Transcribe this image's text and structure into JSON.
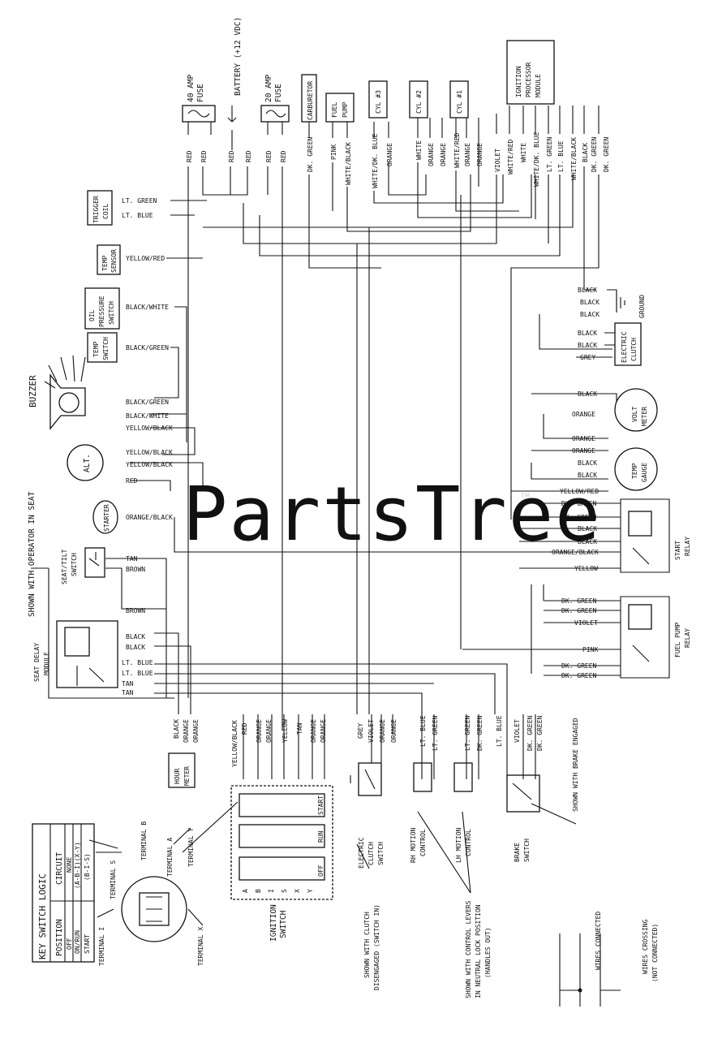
{
  "watermark": "PartsTree",
  "watermark_tm": "TM",
  "components": {
    "fuse40_a": "40 AMP",
    "fuse40_b": "FUSE",
    "battery": "BATTERY (+12 VDC)",
    "fuse20_a": "20 AMP",
    "fuse20_b": "FUSE",
    "carburetor": "CARBURETOR",
    "fuel_pump_a": "FUEL",
    "fuel_pump_b": "PUMP",
    "cyl3": "CYL #3",
    "cyl2": "CYL #2",
    "cyl1": "CYL #1",
    "icm_a": "IGNITION",
    "icm_b": "PROCESSOR",
    "icm_c": "MODULE",
    "trigger_a": "TRIGGER",
    "trigger_b": "COIL",
    "temp_sensor_a": "TEMP",
    "temp_sensor_b": "SENSOR",
    "oil_a": "OIL",
    "oil_b": "PRESSURE",
    "oil_c": "SWITCH",
    "temp_switch_a": "TEMP",
    "temp_switch_b": "SWITCH",
    "buzzer": "BUZZER",
    "alt": "ALT.",
    "starter": "STARTER",
    "operator_note": "SHOWN WITH OPERATOR IN SEAT",
    "seat_tilt_a": "SEAT/TILT",
    "seat_tilt_b": "SWITCH",
    "seat_delay_a": "SEAT DELAY",
    "seat_delay_b": "MODULE",
    "hour_a": "HOUR",
    "hour_b": "METER",
    "ground": "GROUND",
    "elec_clutch_a": "ELECTRIC",
    "elec_clutch_b": "CLUTCH",
    "volt_a": "VOLT",
    "volt_b": "METER",
    "temp_gauge_a": "TEMP",
    "temp_gauge_b": "GAUGE",
    "start_relay_a": "START",
    "start_relay_b": "RELAY",
    "fuel_relay_a": "FUEL PUMP",
    "fuel_relay_b": "RELAY",
    "ignition_a": "IGNITION",
    "ignition_b": "SWITCH",
    "clutch_sw_a": "ELECTRIC",
    "clutch_sw_b": "CLUTCH",
    "clutch_sw_c": "SWITCH",
    "rh_a": "RH MOTION",
    "rh_b": "CONTROL",
    "lh_a": "LH MOTION",
    "lh_b": "CONTROL",
    "brake_a": "BRAKE",
    "brake_b": "SWITCH",
    "brake_note": "SHOWN WITH BRAKE ENGAGED",
    "clutch_note_a": "SHOWN WITH CLUTCH",
    "clutch_note_b": "DISENGAGED (SWITCH IN)",
    "levers_note_a": "SHOWN WITH CONTROL LEVERS",
    "levers_note_b": "IN NEUTRAL LOCK POSITION",
    "levers_note_c": "(HANDLES OUT)",
    "legend_connected": "WIRES CONNECTED",
    "legend_crossing_a": "WIRES CROSSING",
    "legend_crossing_b": "(NOT CONNECTED)",
    "ign_positions": [
      "START",
      "RUN",
      "OFF"
    ],
    "ign_terminals": [
      "A",
      "B",
      "I",
      "S",
      "X",
      "Y"
    ],
    "terminal_labels": {
      "s": "TERMINAL S",
      "b": "TERMINAL B",
      "a": "TERMINAL A",
      "y": "TERMINAL Y",
      "i": "TERMINAL I",
      "x": "TERMINAL X"
    }
  },
  "key_switch_logic": {
    "title": "KEY SWITCH LOGIC",
    "headers": [
      "POSITION",
      "CIRCUIT"
    ],
    "rows": [
      [
        "OFF",
        "NONE"
      ],
      [
        "ON/RUN",
        "(A-B-I)(X-Y)"
      ],
      [
        "START",
        "(B-I-S)"
      ]
    ]
  },
  "wires": {
    "red1": "RED",
    "red2": "RED",
    "red3": "RED",
    "red4": "RED",
    "red5": "RED",
    "red6": "RED",
    "dkgreen_carb": "DK. GREEN",
    "pink_fp": "PINK",
    "whblk_fp": "WHITE/BLACK",
    "whdkblue_c3": "WHITE/DK. BLUE",
    "orange_c3": "ORANGE",
    "white_c2": "WHITE",
    "orange_c2a": "ORANGE",
    "orange_c2b": "ORANGE",
    "whred_c1": "WHITE/RED",
    "orange_c1a": "ORANGE",
    "orange_c1b": "ORANGE",
    "icm_violet": "VIOLET",
    "icm_whred": "WHITE/RED",
    "icm_white": "WHITE",
    "icm_whdkblue": "WHITE/DK. BLUE",
    "icm_ltgreen": "LT. GREEN",
    "icm_ltblue": "LT. BLUE",
    "icm_whblk": "WHITE/BLACK",
    "icm_black": "BLACK",
    "icm_dkg1": "DK. GREEN",
    "icm_dkg2": "DK. GREEN",
    "trig_ltgreen": "LT. GREEN",
    "trig_ltblue": "LT. BLUE",
    "tsens_yelred": "YELLOW/RED",
    "oil_blkwht": "BLACK/WHITE",
    "tsw_blkgrn": "BLACK/GREEN",
    "buz_blkgrn": "BLACK/GREEN",
    "buz_blkwht": "BLACK/WHITE",
    "buz_yelblk": "YELLOW/BLACK",
    "alt_yelblk1": "YELLOW/BLACK",
    "alt_yelblk2": "YELLOW/BLACK",
    "alt_red": "RED",
    "starter_orblk": "ORANGE/BLACK",
    "seat_tan": "TAN",
    "seat_brown1": "BROWN",
    "seat_brown2": "BROWN",
    "sdm_black1": "BLACK",
    "sdm_black2": "BLACK",
    "sdm_ltblue1": "LT. BLUE",
    "sdm_ltblue2": "LT. BLUE",
    "sdm_tan1": "TAN",
    "sdm_tan2": "TAN",
    "gnd_black1": "BLACK",
    "gnd_black2": "BLACK",
    "gnd_black3": "BLACK",
    "ec_black1": "BLACK",
    "ec_black2": "BLACK",
    "ec_grey": "GREY",
    "vm_black": "BLACK",
    "vm_orange": "ORANGE",
    "tg_orange1": "ORANGE",
    "tg_orange2": "ORANGE",
    "tg_black1": "BLACK",
    "tg_black2": "BLACK",
    "tg_yelred": "YELLOW/RED",
    "sr_dkg1": "DK. GREEN",
    "sr_dkg2": "DK. GREEN",
    "sr_blk1": "BLACK",
    "sr_blk2": "BLACK",
    "sr_orblk": "ORANGE/BLACK",
    "sr_yellow": "YELLOW",
    "fr_dkg1": "DK. GREEN",
    "fr_dkg2": "DK. GREEN",
    "fr_violet": "VIOLET",
    "fr_pink": "PINK",
    "fr_dkg3": "DK. GREEN",
    "fr_dkg4": "DK. GREEN",
    "hm_black": "BLACK",
    "hm_orange1": "ORANGE",
    "hm_orange2": "ORANGE",
    "ign_yelblk": "YELLOW/BLACK",
    "ign_red": "RED",
    "ign_orange1": "ORANGE",
    "ign_orange2": "ORANGE",
    "ign_yellow": "YELLOW",
    "ign_tan": "TAN",
    "ign_orange3": "ORANGE",
    "ign_orange4": "ORANGE",
    "cs_grey": "GREY",
    "cs_violet": "VIOLET",
    "cs_orange1": "ORANGE",
    "cs_orange2": "ORANGE",
    "rh_ltblue": "LT. BLUE",
    "rh_ltgreen": "LT. GREEN",
    "lh_ltgreen": "LT. GREEN",
    "lh_dkgreen": "DK. GREEN",
    "br_ltblue": "LT. BLUE",
    "br_violet": "VIOLET",
    "br_dkg1": "DK. GREEN",
    "br_dkg2": "DK. GREEN"
  }
}
